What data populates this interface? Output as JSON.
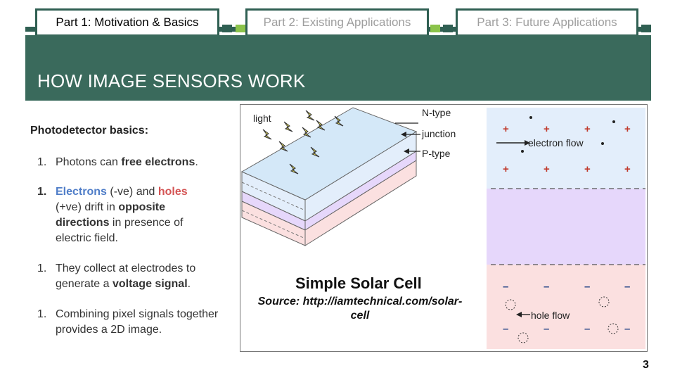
{
  "tabs": [
    {
      "label": "Part 1: Motivation & Basics",
      "active": true
    },
    {
      "label": "Part 2: Existing Applications",
      "active": false
    },
    {
      "label": "Part 3: Future Applications",
      "active": false
    }
  ],
  "title": "HOW IMAGE SENSORS WORK",
  "left": {
    "heading": "Photodetector basics:",
    "items": [
      {
        "num": "1.",
        "parts": [
          "Photons can ",
          "free electrons",
          "."
        ]
      },
      {
        "num": "1.",
        "parts": [
          "Electrons",
          " (-ve) and ",
          "holes",
          " (+ve) drift in ",
          "opposite directions",
          " in presence of electric field."
        ]
      },
      {
        "num": "1.",
        "parts": [
          "They collect at electrodes to generate a ",
          "voltage signal",
          "."
        ]
      },
      {
        "num": "1.",
        "parts": [
          "Combining pixel signals together provides a 2D image."
        ]
      }
    ]
  },
  "figure": {
    "labels": {
      "light": "light",
      "ntype": "N-type",
      "junction": "junction",
      "ptype": "P-type",
      "electron_flow": "electron flow",
      "hole_flow": "hole flow"
    },
    "plus": "+",
    "minus": "–",
    "caption": "Simple Solar Cell",
    "source": "Source: http://iamtechnical.com/solar-cell"
  },
  "page_number": "3",
  "colors": {
    "dark_green": "#2f5f52",
    "band_green": "#3a6a5c",
    "accent_lime": "#8bc34a",
    "n_layer": "#e3eefb",
    "junction_layer": "#e6d7fb",
    "p_layer": "#fbe0e0",
    "electron_blue": "#4f7dc8",
    "hole_red": "#d45454"
  }
}
